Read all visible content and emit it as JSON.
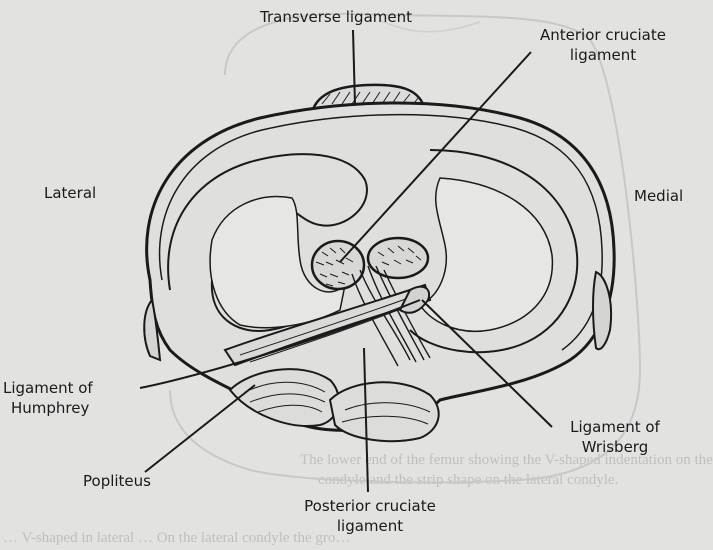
{
  "labels": {
    "transverse": "Transverse ligament",
    "acl_line1": "Anterior cruciate",
    "acl_line2": "ligament",
    "lateral": "Lateral",
    "medial": "Medial",
    "humphrey_line1": "Ligament of",
    "humphrey_line2": "Humphrey",
    "popliteus": "Popliteus",
    "wrisberg_line1": "Ligament of",
    "wrisberg_line2": "Wrisberg",
    "pcl_line1": "Posterior cruciate",
    "pcl_line2": "ligament"
  },
  "bleed_through": {
    "line1": "The lower end of the femur showing the V-shaped indentation on the",
    "line2": "condyle and the strip shape on the lateral condyle.",
    "line3": "… V-shaped in lateral … On the lateral condyle the gro…"
  },
  "colors": {
    "paper": "#e2e2e1",
    "ink": "#1a1a1a",
    "ghost": "#c4c4c4"
  }
}
